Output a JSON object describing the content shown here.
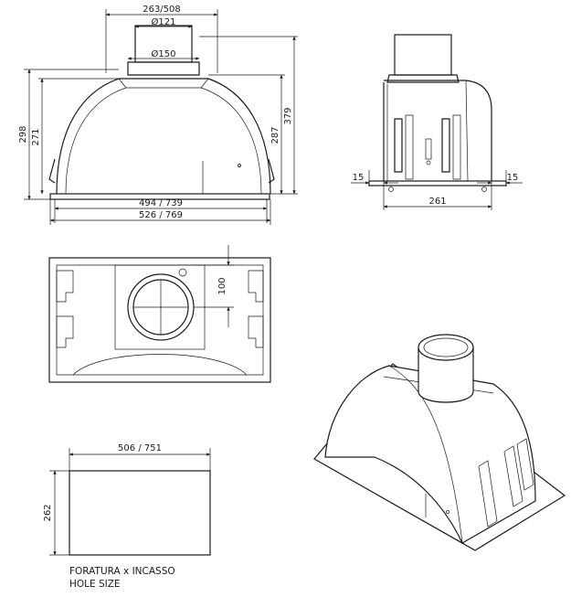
{
  "front_view": {
    "dim_top_width": "263/508",
    "dim_duct_inner": "Ø121",
    "dim_duct_outer": "Ø150",
    "dim_height_298": "298",
    "dim_height_271": "271",
    "dim_height_287": "287",
    "dim_height_379": "379",
    "dim_width_inner": "494 / 739",
    "dim_width_outer": "526 / 769"
  },
  "side_view": {
    "dim_flange_left": "15",
    "dim_flange_right": "15",
    "dim_depth": "261"
  },
  "top_view": {
    "dim_offset": "100"
  },
  "hole_view": {
    "dim_width": "506 / 751",
    "dim_height": "262",
    "caption_it": "FORATURA x INCASSO",
    "caption_en": "HOLE SIZE"
  }
}
